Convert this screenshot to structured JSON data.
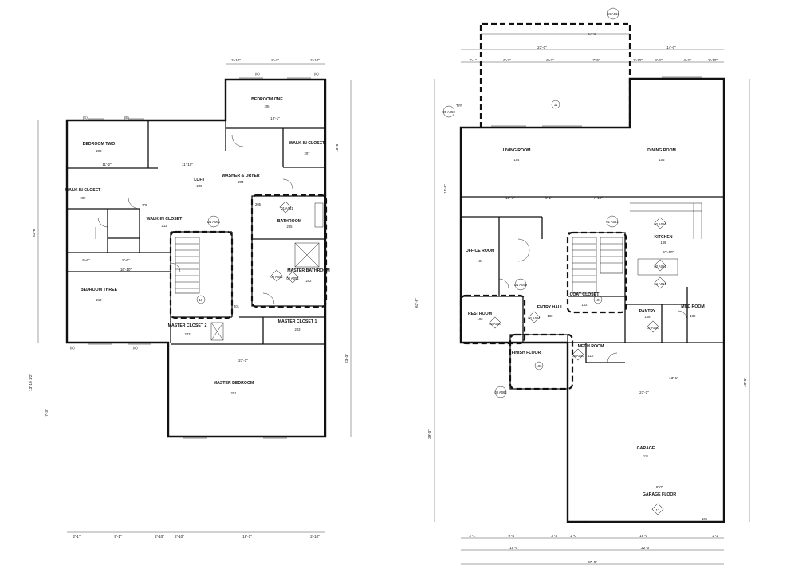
{
  "upper_floor": {
    "rooms": [
      {
        "label": "BEDROOM ONE",
        "num": "206"
      },
      {
        "label": "BEDROOM TWO",
        "num": "208"
      },
      {
        "label": "LOFT",
        "num": "200"
      },
      {
        "label": "WALK-IN CLOSET",
        "num": "207"
      },
      {
        "label": "WALK-IN CLOSET",
        "num": "209"
      },
      {
        "label": "WALK-IN CLOSET",
        "num": "213"
      },
      {
        "label": "WASHER & DRYER",
        "num": "204"
      },
      {
        "label": "BATHROOM",
        "num": "205"
      },
      {
        "label": "MASTER BATHROOM",
        "num": "202"
      },
      {
        "label": "BEDROOM THREE",
        "num": "210"
      },
      {
        "label": "MASTER CLOSET 2",
        "num": "203"
      },
      {
        "label": "MASTER CLOSET 1",
        "num": "203"
      },
      {
        "label": "MASTER BEDROOM",
        "num": "201"
      }
    ],
    "dimensions": [
      "2'-10\"",
      "8'-4\"",
      "2'-10\"",
      "11'-2\"",
      "11'-10\"",
      "12'-1\"",
      "5'-6\"",
      "5'-6\"",
      "16'-10\"",
      "21'-1\"",
      "2'-1\"",
      "9'-1\"",
      "2'-10\"",
      "2'-10\"",
      "16'-1\"",
      "2'-10\"",
      "31'-6\"",
      "23'-3\"",
      "18'-8\"",
      "7'-3\"",
      "13'-10 1/2\""
    ],
    "tags": [
      "(E)",
      "(E)",
      "(E)",
      "(E)",
      "(E)",
      "(E)",
      "D1 A061",
      "01 A051",
      "04 A051",
      "05 A051",
      "10",
      "209",
      "205",
      "201"
    ]
  },
  "lower_floor": {
    "rooms": [
      {
        "label": "LIVING ROOM",
        "num": "104"
      },
      {
        "label": "DINING ROOM",
        "num": "105"
      },
      {
        "label": "OFFICE ROOM",
        "num": "101"
      },
      {
        "label": "KITCHEN",
        "num": "106"
      },
      {
        "label": "COAT CLOSET",
        "num": "102"
      },
      {
        "label": "ENTRY HALL",
        "num": "100"
      },
      {
        "label": "RESTROOM",
        "num": "103"
      },
      {
        "label": "PANTRY",
        "num": "108"
      },
      {
        "label": "MUD ROOM",
        "num": "109"
      },
      {
        "label": "FINISH FLOOR",
        "num": ""
      },
      {
        "label": "MECH ROOM",
        "num": "110"
      },
      {
        "label": "GARAGE",
        "num": "111"
      },
      {
        "label": "GARAGE FLOOR",
        "num": "8'-0\""
      }
    ],
    "dimensions": [
      "37'-0\"",
      "23'-0\"",
      "14'-0\"",
      "2'-1\"",
      "6'-3\"",
      "6'-3\"",
      "7'-5\"",
      "2'-10\"",
      "4'-2\"",
      "4'-2\"",
      "2'-10\"",
      "10'-3\"",
      "4'-1\"",
      "7'-10\"",
      "10'-10\"",
      "21'-1\"",
      "13'-1\"",
      "2'-1\"",
      "9'-4\"",
      "3'-3\"",
      "2'-0\"",
      "18'-0\"",
      "2'-2\"",
      "15'-0\"",
      "22'-0\"",
      "37'-0\"",
      "62'-8\"",
      "19'-8\"",
      "40'-8\"",
      "29'-0\""
    ],
    "tags": [
      "04 A061",
      "05 A050",
      "01 A061",
      "02 A051",
      "03 A051",
      "04 A051",
      "D1 A050",
      "02 A050",
      "02 A061",
      "03 A061",
      "07 A050",
      "08 A050",
      "12",
      "11",
      "TYP",
      "101",
      "103",
      "105"
    ]
  }
}
